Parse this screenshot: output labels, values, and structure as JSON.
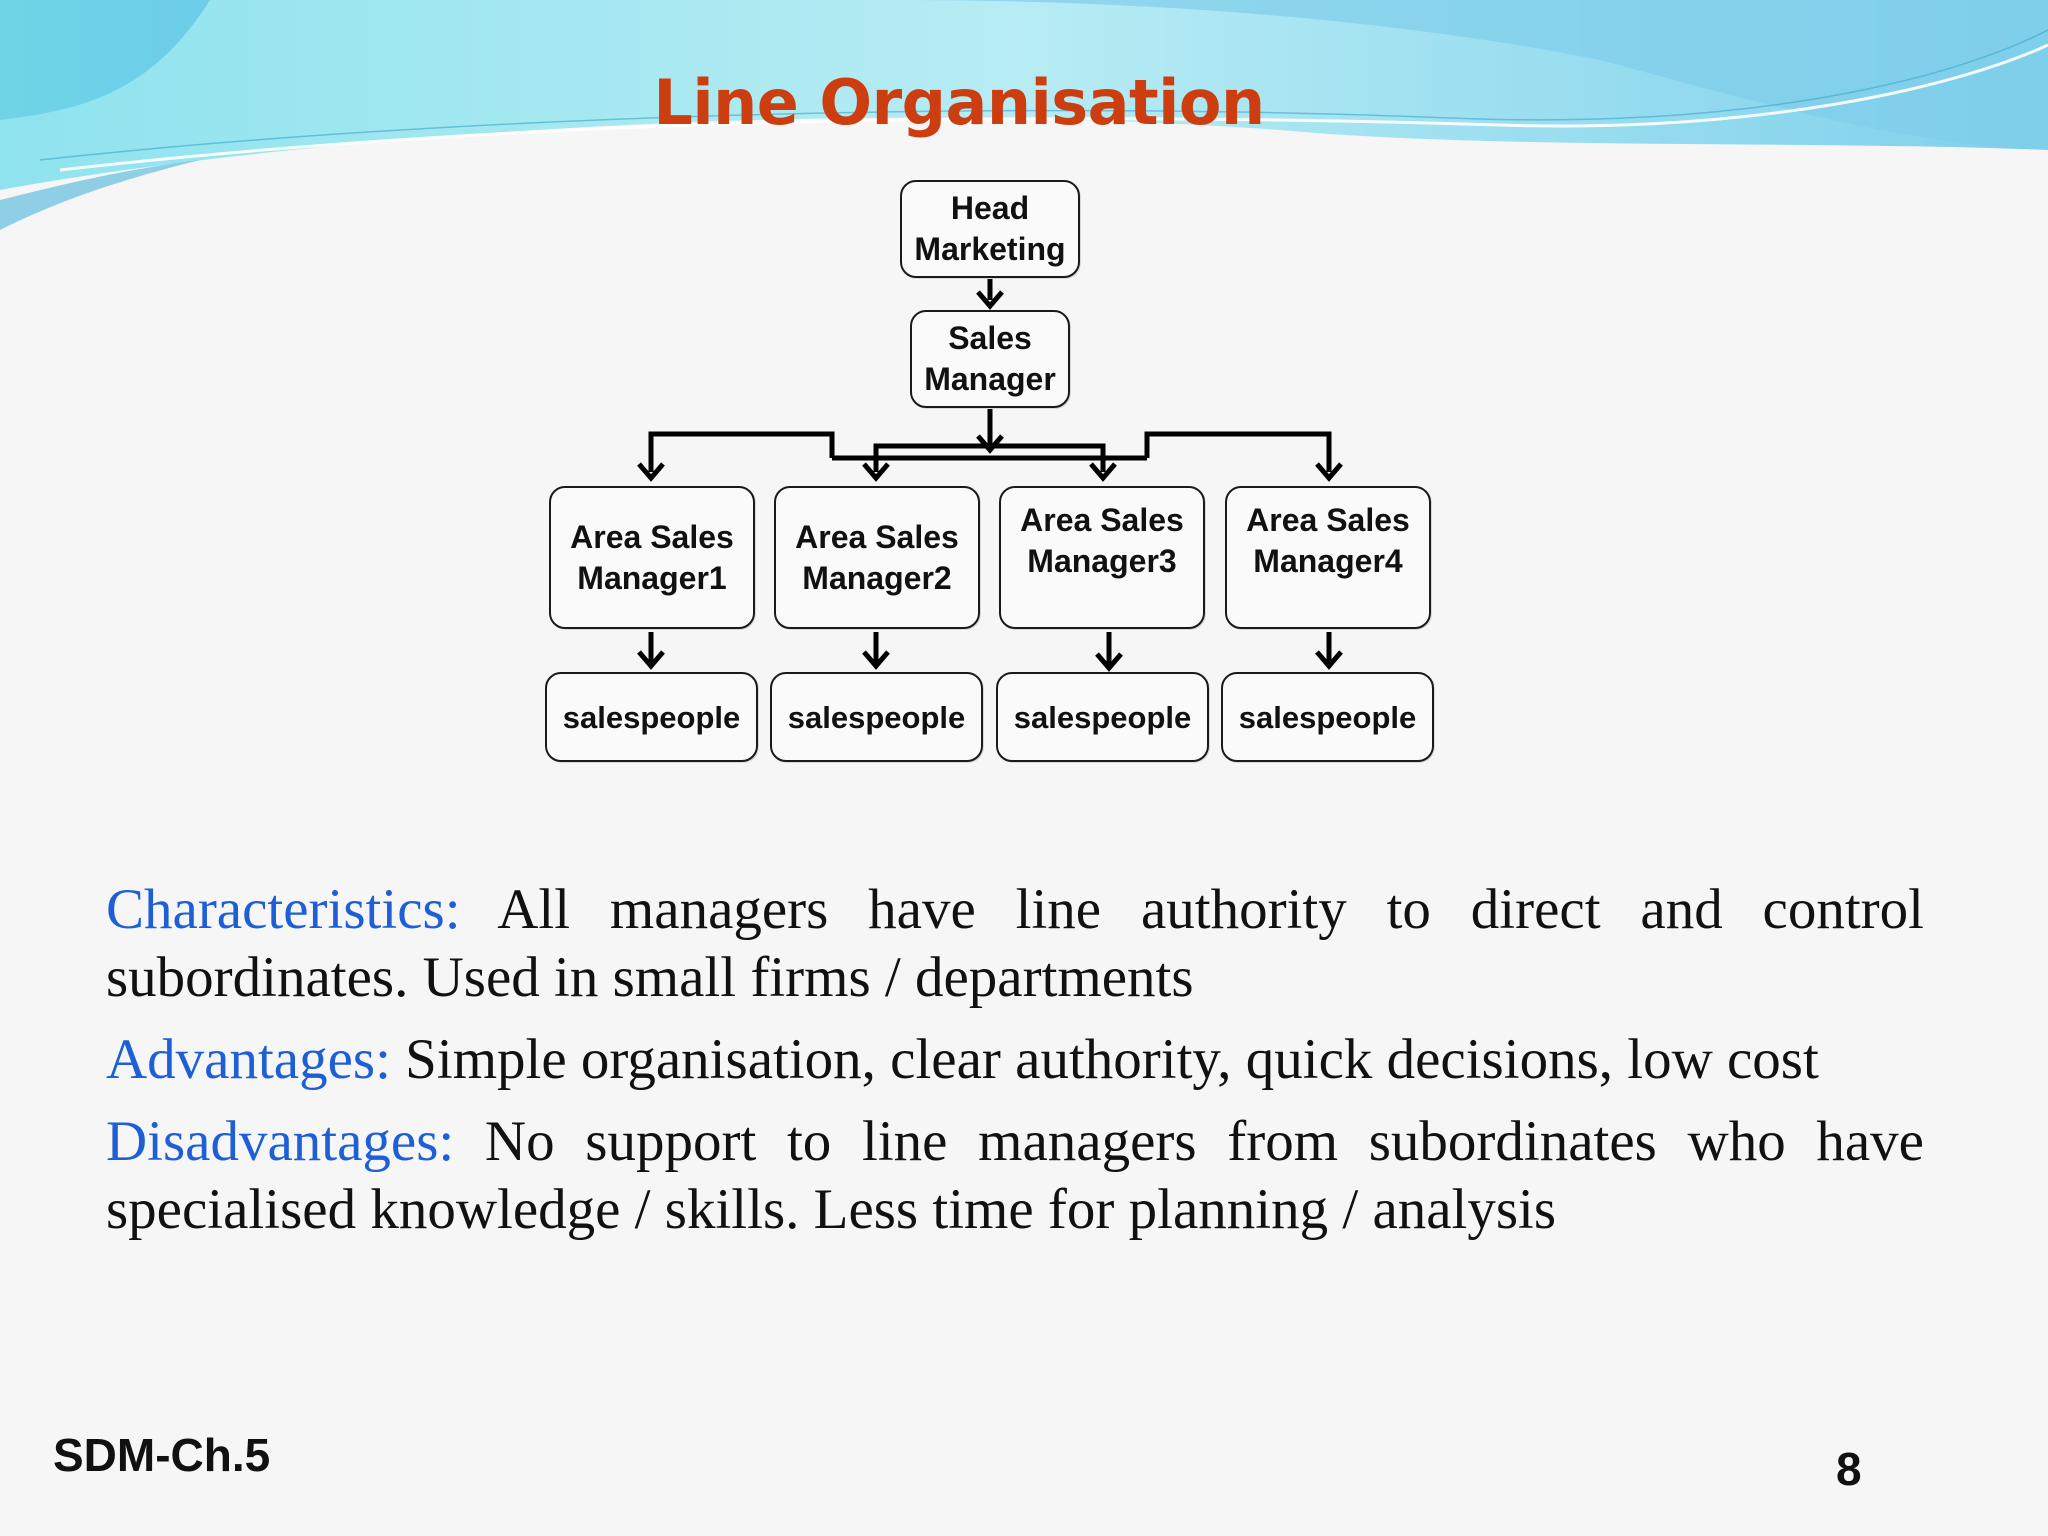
{
  "slide": {
    "title": "Line Organisation",
    "footer_left": "SDM-Ch.5",
    "page_number": "8",
    "accent_color": "#1f5fd6",
    "title_color": "#cc3e10"
  },
  "org_chart": {
    "head": "Head\nMarketing",
    "sales_manager": "Sales\nManager",
    "area_managers": [
      "Area Sales\nManager1",
      "Area Sales\nManager2",
      "Area Sales\nManager3",
      "Area Sales\nManager4"
    ],
    "salespeople": [
      "salespeople",
      "salespeople",
      "salespeople",
      "salespeople"
    ]
  },
  "sections": [
    {
      "label": "Characteristics:",
      "text": " All managers have line authority to direct and control subordinates. Used in small firms / departments"
    },
    {
      "label": "Advantages:",
      "text": " Simple organisation, clear authority, quick decisions, low cost"
    },
    {
      "label": "Disadvantages:",
      "text": " No support to line managers from subordinates who have specialised knowledge / skills. Less time for planning / analysis"
    }
  ]
}
